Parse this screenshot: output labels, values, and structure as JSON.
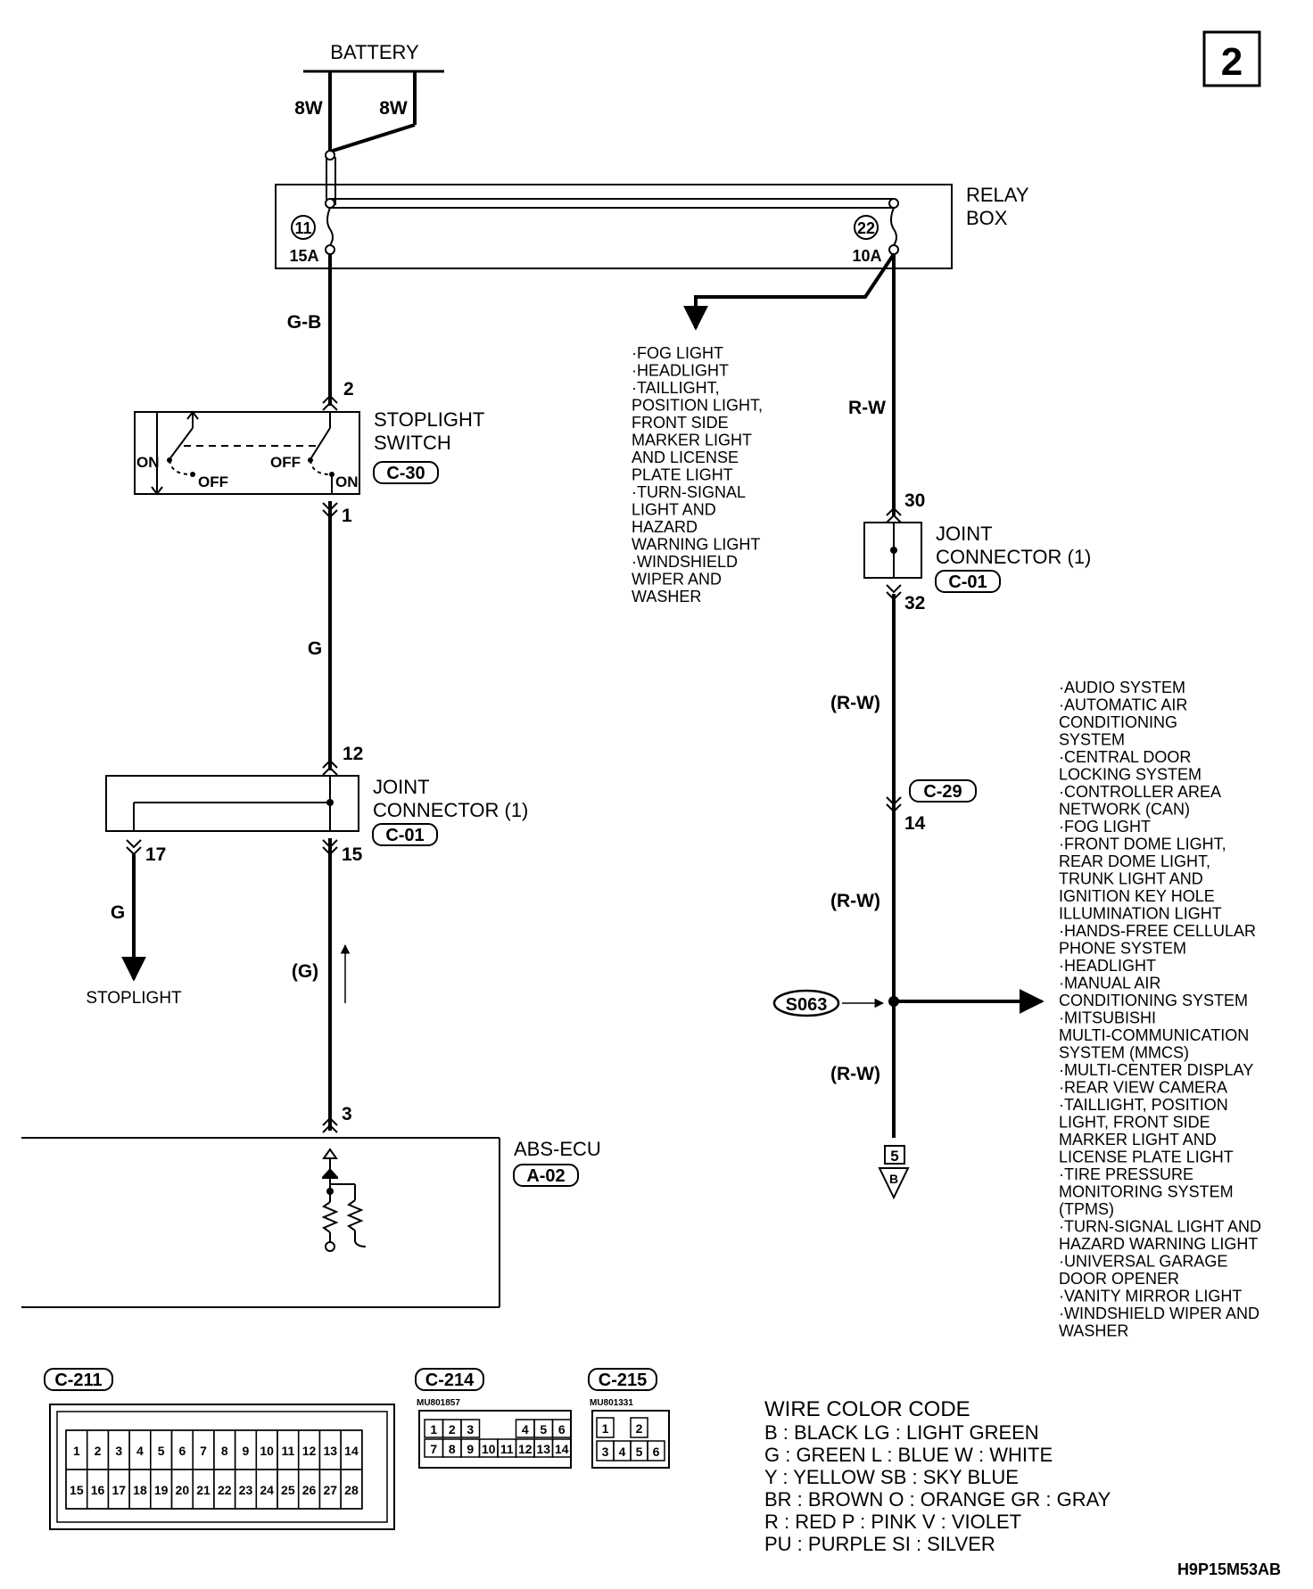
{
  "page_number": "2",
  "battery": {
    "label": "BATTERY",
    "wire_left": "8W",
    "wire_right": "8W"
  },
  "relay_box": {
    "label_line1": "RELAY",
    "label_line2": "BOX",
    "fuse_left": {
      "number": "11",
      "rating": "15A"
    },
    "fuse_right": {
      "number": "22",
      "rating": "10A"
    }
  },
  "wires": {
    "g_b": "G-B",
    "g": "G",
    "g_paren": "(G)",
    "g_stoplight": "G",
    "r_w": "R-W",
    "r_w_paren_1": "(R-W)",
    "r_w_paren_2": "(R-W)",
    "r_w_paren_3": "(R-W)"
  },
  "stoplight_switch": {
    "label_line1": "STOPLIGHT",
    "label_line2": "SWITCH",
    "connector": "C-30",
    "pin_top": "2",
    "pin_bottom": "1",
    "on_left": "ON",
    "off_left": "OFF",
    "off_right": "OFF",
    "on_right": "ON"
  },
  "joint_left": {
    "label_line1": "JOINT",
    "label_line2": "CONNECTOR (1)",
    "connector": "C-01",
    "pin_top": "12",
    "pin_left": "17",
    "pin_right": "15"
  },
  "joint_right": {
    "label_line1": "JOINT",
    "label_line2": "CONNECTOR (1)",
    "connector": "C-01",
    "pin_top": "30",
    "pin_bottom": "32"
  },
  "connector_c29": {
    "label": "C-29",
    "pin": "14"
  },
  "stoplight_label": "STOPLIGHT",
  "abs_ecu": {
    "label": "ABS-ECU",
    "connector": "A-02",
    "pin": "3"
  },
  "splice": "S063",
  "ground_ref": {
    "page": "5",
    "letter": "B"
  },
  "list_middle": [
    "·FOG LIGHT",
    "·HEADLIGHT",
    "·TAILLIGHT,",
    " POSITION LIGHT,",
    " FRONT SIDE",
    " MARKER LIGHT",
    " AND LICENSE",
    " PLATE LIGHT",
    "·TURN-SIGNAL",
    " LIGHT AND",
    " HAZARD",
    " WARNING LIGHT",
    "·WINDSHIELD",
    " WIPER AND",
    " WASHER"
  ],
  "list_right": [
    "·AUDIO SYSTEM",
    "·AUTOMATIC AIR",
    " CONDITIONING",
    " SYSTEM",
    "·CENTRAL DOOR",
    " LOCKING SYSTEM",
    "·CONTROLLER AREA",
    " NETWORK (CAN)",
    "·FOG LIGHT",
    "·FRONT DOME LIGHT,",
    " REAR DOME LIGHT,",
    " TRUNK LIGHT AND",
    " IGNITION KEY HOLE",
    " ILLUMINATION LIGHT",
    "·HANDS-FREE CELLULAR",
    " PHONE SYSTEM",
    "·HEADLIGHT",
    "·MANUAL AIR",
    " CONDITIONING SYSTEM",
    "·MITSUBISHI",
    " MULTI-COMMUNICATION",
    " SYSTEM (MMCS)",
    "·MULTI-CENTER DISPLAY",
    "·REAR VIEW CAMERA",
    "·TAILLIGHT, POSITION",
    " LIGHT, FRONT SIDE",
    " MARKER LIGHT AND",
    " LICENSE PLATE LIGHT",
    "·TIRE PRESSURE",
    " MONITORING SYSTEM",
    " (TPMS)",
    "·TURN-SIGNAL LIGHT AND",
    " HAZARD WARNING LIGHT",
    "·UNIVERSAL GARAGE",
    " DOOR OPENER",
    "·VANITY MIRROR LIGHT",
    "·WINDSHIELD WIPER AND",
    " WASHER"
  ],
  "connector_faces": {
    "c211": {
      "label": "C-211",
      "row1": [
        "1",
        "2",
        "3",
        "4",
        "5",
        "6",
        "7",
        "8",
        "9",
        "10",
        "11",
        "12",
        "13",
        "14"
      ],
      "row2": [
        "15",
        "16",
        "17",
        "18",
        "19",
        "20",
        "21",
        "22",
        "23",
        "24",
        "25",
        "26",
        "27",
        "28"
      ]
    },
    "c214": {
      "label": "C-214",
      "part": "MU801857",
      "row1": [
        "1",
        "2",
        "3",
        "",
        "4",
        "5",
        "6"
      ],
      "row2": [
        "7",
        "8",
        "9",
        "10",
        "11",
        "12",
        "13",
        "14"
      ]
    },
    "c215": {
      "label": "C-215",
      "part": "MU801331",
      "row1": [
        "1",
        "",
        "2"
      ],
      "row2": [
        "3",
        "4",
        "5",
        "6"
      ]
    }
  },
  "color_code": {
    "title": "WIRE COLOR CODE",
    "lines": [
      "B : BLACK      LG : LIGHT GREEN",
      "G : GREEN      L : BLUE      W : WHITE",
      "Y : YELLOW      SB : SKY BLUE",
      "BR : BROWN      O : ORANGE      GR : GRAY",
      "R : RED      P : PINK      V : VIOLET",
      "PU : PURPLE      SI : SILVER"
    ]
  },
  "figure_code": "H9P15M53AB"
}
